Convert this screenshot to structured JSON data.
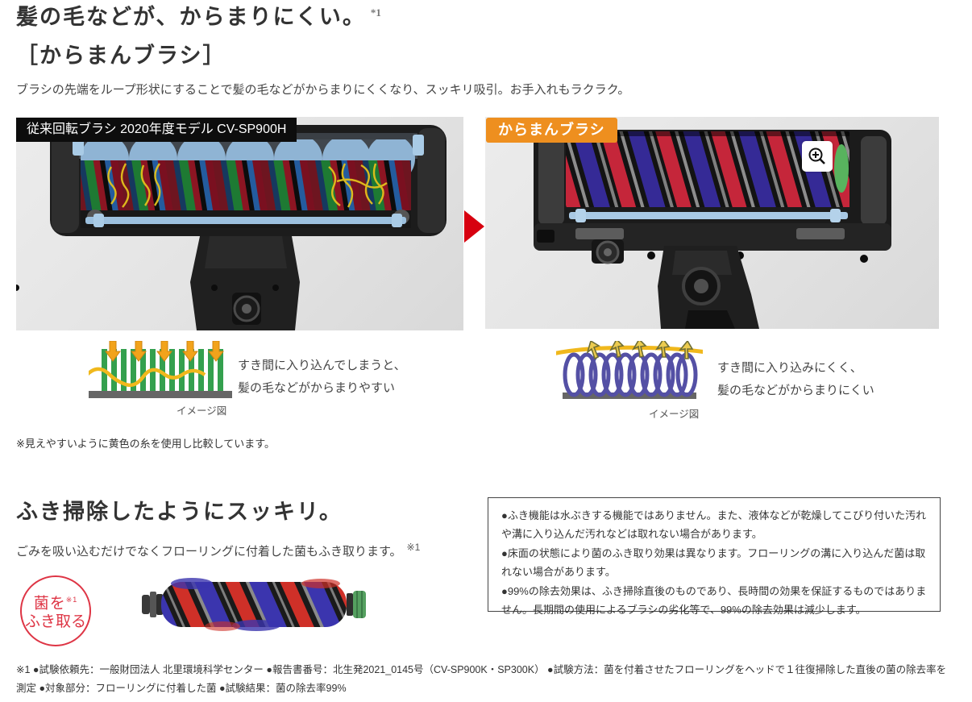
{
  "section1": {
    "heading_line1": "髪の毛などが、からまりにくい。",
    "heading_sup": "*1",
    "heading_line2": "［からまんブラシ］",
    "description": "ブラシの先端をループ形状にすることで髪の毛などがからまりにくくなり、スッキリ吸引。お手入れもラクラク。",
    "before_label": "従来回転ブラシ 2020年度モデル CV-SP900H",
    "after_label": "からまんブラシ",
    "before_caption_line1": "すき間に入り込んでしまうと、",
    "before_caption_line2": "髪の毛などがからまりやすい",
    "after_caption_line1": "すき間に入り込みにくく、",
    "after_caption_line2": "髪の毛などがからまりにくい",
    "image_note_label": "イメージ図",
    "note": "※見えやすいように黄色の糸を使用し比較しています。"
  },
  "section2": {
    "heading": "ふき掃除したようにスッキリ。",
    "description": "ごみを吸い込むだけでなくフローリングに付着した菌もふき取ります。",
    "description_sup": "※1",
    "stamp_line1": "菌を",
    "stamp_sup": "※1",
    "stamp_line2": "ふき取る",
    "notes": [
      "●ふき機能は水ぶきする機能ではありません。また、液体などが乾燥してこびり付いた汚れや溝に入り込んだ汚れなどは取れない場合があります。",
      "●床面の状態により菌のふき取り効果は異なります。フローリングの溝に入り込んだ菌は取れない場合があります。",
      "●99%の除去効果は、ふき掃除直後のものであり、長時間の効果を保証するものではありません。長期間の使用によるブラシの劣化等で、99%の除去効果は減少します。"
    ]
  },
  "footnote": "※1 ●試験依頼先：一般財団法人 北里環境科学センター ●報告書番号：北生発2021_0145号（CV-SP900K・SP300K） ●試験方法：菌を付着させたフローリングをヘッドで１往復掃除した直後の菌の除去率を測定 ●対象部分：フローリングに付着した菌 ●試験結果：菌の除去率99%",
  "colors": {
    "accent_orange": "#ee8f1f",
    "arrow_red": "#d7000f",
    "stamp_red": "#de3545"
  },
  "icons": {
    "zoom_icon": "magnifier-plus-icon",
    "arrow_icon": "red-right-arrow"
  }
}
